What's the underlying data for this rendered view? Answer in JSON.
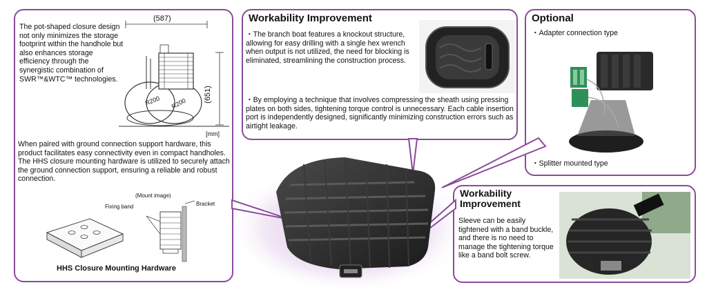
{
  "left_panel": {
    "intro_text": "The pot-shaped closure design not only minimizes the storage footprint within the handhole but also enhances storage efficiency through the synergistic combination of SWR™&WTC™ technologies.",
    "dim_width": "(587)",
    "dim_height": "(651)",
    "radius_label_1": "R200",
    "radius_label_2": "R200",
    "unit_label": "[mm]",
    "ground_text": "When paired with ground connection support hardware, this product facilitates easy connectivity even in compact handholes. The HHS closure mounting hardware is utilized to securely attach the ground connection support, ensuring a reliable and robust connection.",
    "mount_image_label": "(Mount image)",
    "fixing_band_label": "Fixing band",
    "bracket_label": "Bracket",
    "hardware_caption": "HHS Closure Mounting Hardware"
  },
  "center_panel": {
    "title": "Workability Improvement",
    "bullet1": "・The branch boat features a knockout structure, allowing for easy drilling with a single hex wrench when output is not utilized, the need for blocking is eliminated, streamlining the construction process.",
    "bullet2": "・By employing a technique that involves compressing the sheath using pressing plates on both sides, tightening torque control is unnecessary. Each cable insertion port is independently designed, significantly minimizing construction errors such as airtight leakage."
  },
  "optional_panel": {
    "title": "Optional",
    "adapter_label": "・Adapter connection type",
    "splitter_label": "・Splitter mounted type"
  },
  "bottom_right_panel": {
    "title": "Workability Improvement",
    "body": "Sleeve can be easily tightened with a band buckle, and there is no need to manage the tightening torque like a band bolt screw."
  },
  "colors": {
    "panel_border": "#8a4a9a",
    "glow": "#c9a6d8",
    "product_dark": "#2b2b2b"
  }
}
